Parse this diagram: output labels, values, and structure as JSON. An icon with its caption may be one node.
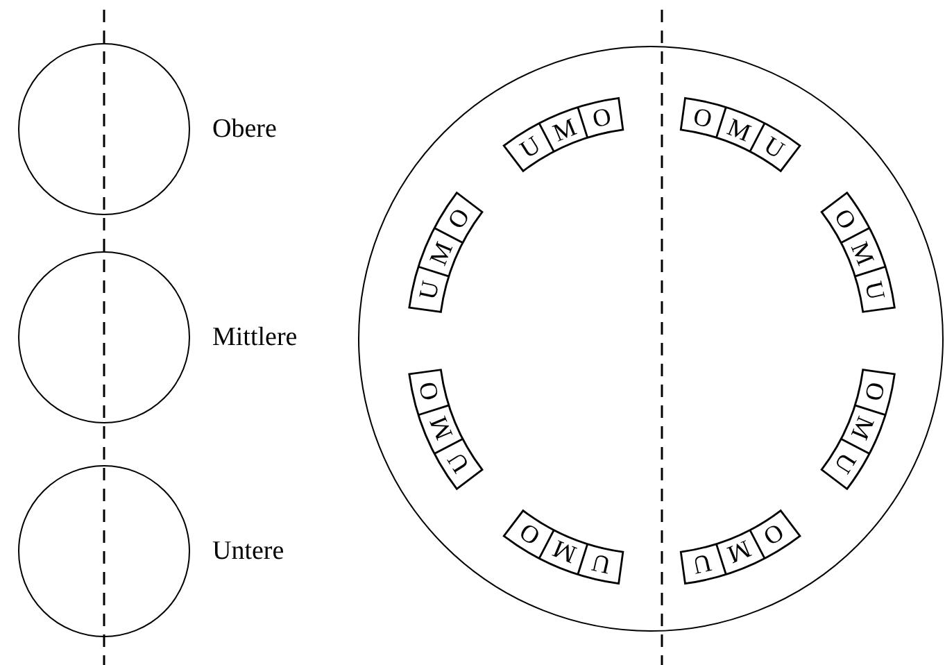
{
  "diagram": {
    "nodes": [
      {
        "text": [],
        "shape": "circle",
        "beside": [
          "Obere"
        ]
      },
      {
        "text": [],
        "shape": "circle",
        "beside": [
          "Mittlere"
        ]
      },
      {
        "text": [],
        "shape": "circle",
        "beside": [
          "Untere"
        ]
      },
      {
        "text": [],
        "shape": "circle"
      },
      {
        "text": [
          "U",
          "M",
          "O"
        ],
        "in": 3
      },
      {
        "text": [
          "O",
          "M",
          "U"
        ],
        "in": 3
      },
      {
        "text": [
          "U",
          "M",
          "O"
        ],
        "in": 3
      },
      {
        "text": [
          "O",
          "M",
          "U"
        ],
        "in": 3
      },
      {
        "text": [
          "U",
          "M",
          "O"
        ],
        "in": 3
      },
      {
        "text": [
          "O",
          "M",
          "U"
        ],
        "in": 3
      },
      {
        "text": [
          "U",
          "M",
          "O"
        ],
        "in": 3
      },
      {
        "text": [
          "O",
          "M",
          "U"
        ],
        "in": 3
      }
    ]
  }
}
